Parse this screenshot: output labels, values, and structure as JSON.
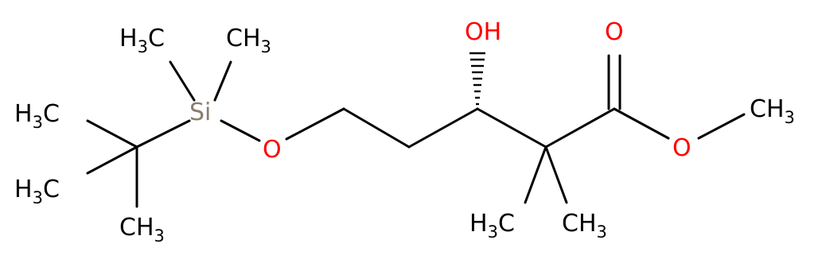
{
  "molecule": {
    "atoms": {
      "si": "Si",
      "o_ether": "O",
      "oh": "OH",
      "o_carbonyl": "O",
      "o_ester": "O",
      "h3c_top_left": "H3C",
      "ch3_top_right": "CH3",
      "h3c_left_upper": "H3C",
      "h3c_left_lower": "H3C",
      "ch3_bottom_left": "CH3",
      "h3c_gem": "H3C",
      "ch3_gem": "CH3",
      "ch3_ester": "CH3"
    },
    "colors": {
      "bond": "#000000",
      "oxygen": "#ff0000",
      "silicon": "#8a7e6e",
      "carbon_label": "#000000"
    },
    "stereo": {
      "center": "C3",
      "bond_to": "OH",
      "type": "hashed-wedge"
    }
  }
}
